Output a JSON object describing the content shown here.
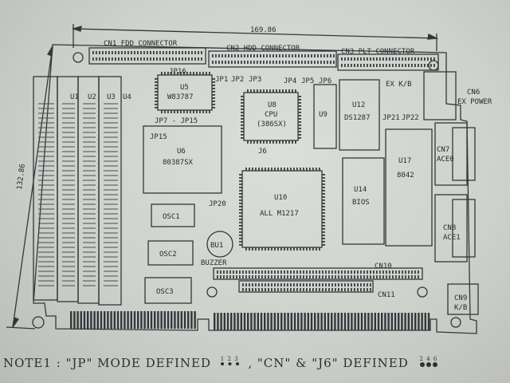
{
  "dims": {
    "width": "169.86",
    "height": "132.86"
  },
  "connectors": {
    "cn1": "CN1  FDD  CONNECTOR",
    "cn2": "CN2   HDD  CONNECTOR",
    "cn3": "CN3   PLT  CONNECTOR",
    "cn10": "CN10",
    "cn11": "CN11",
    "cn6": "CN6",
    "cn6_sub": "EX POWER",
    "cn7": "CN7",
    "cn7_sub": "ACE0",
    "cn8": "CN8",
    "cn8_sub": "ACE1",
    "cn9": "CN9",
    "cn9_sub": "K/B",
    "ex_kb": "EX K/B"
  },
  "chips": {
    "u5": "U5",
    "u5_sub": "W83787",
    "u8": "U8",
    "u8_sub": "CPU",
    "u8_sub2": "(386SX)",
    "u9": "U9",
    "u12": "U12",
    "u12_sub": "DS1287",
    "u6": "U6",
    "u6_sub": "80387SX",
    "u10": "U10",
    "u10_sub": "ALL  M1217",
    "u14": "U14",
    "u14_sub": "BIOS",
    "u17": "U17",
    "u17_sub": "8042",
    "osc1": "OSC1",
    "osc2": "OSC2",
    "osc3": "OSC3",
    "bu1": "BU1",
    "buzzer": "BUZZER",
    "simm1": "U1",
    "simm2": "U2",
    "simm3": "U3",
    "simm4": "U4"
  },
  "jumpers": {
    "jp16": "JP16",
    "jp1": "JP1",
    "jp2": "JP2",
    "jp3": "JP3",
    "jp4": "JP4",
    "jp5": "JP5",
    "jp6": "JP6",
    "jp7_15": "JP7  -  JP15",
    "jp15": "JP15",
    "j6": "J6",
    "jp20": "JP20",
    "jp21": "JP21",
    "jp22": "JP22"
  },
  "note": {
    "prefix": "NOTE1  :  \"JP\"  MODE  DEFINED",
    "pins": "1 2 3",
    "middle": ",  \"CN\"  &  \"J6\"  DEFINED",
    "pins2": "2 4 6"
  }
}
